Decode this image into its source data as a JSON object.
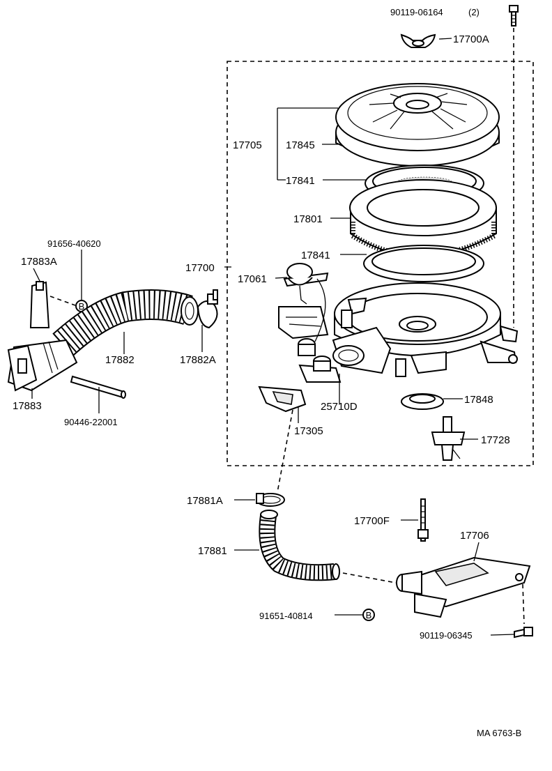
{
  "diagram": {
    "code": "MA 6763-B",
    "callout_letter": "B",
    "labels": {
      "p90119_06164": "90119-06164",
      "qty_2": "(2)",
      "p17700A": "17700A",
      "p17705": "17705",
      "p17845": "17845",
      "p17841_top": "17841",
      "p17801": "17801",
      "p17841_bottom": "17841",
      "p17700": "17700",
      "p17061": "17061",
      "p91656_40620": "91656-40620",
      "p17883A": "17883A",
      "p17882": "17882",
      "p17882A": "17882A",
      "p17883": "17883",
      "p90446_22001": "90446-22001",
      "p25710D": "25710D",
      "p17305": "17305",
      "p17848": "17848",
      "p17728": "17728",
      "p17881A": "17881A",
      "p17700F": "17700F",
      "p17706": "17706",
      "p17881": "17881",
      "p91651_40814": "91651-40814",
      "p90119_06345": "90119-06345"
    }
  }
}
